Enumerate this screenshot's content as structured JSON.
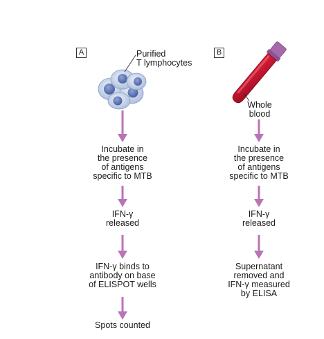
{
  "colors": {
    "arrow": "#b974b6",
    "blood": "#c8102e",
    "cap": "#9b5fa0",
    "cell_fill": "#c9d7ec",
    "cell_nucleus": "#6f86c0"
  },
  "panel_a": {
    "label": "A",
    "cells_label": "Purified\nT lymphocytes",
    "steps": [
      "Incubate in\nthe presence\nof antigens\nspecific to MTB",
      "IFN-γ\nreleased",
      "IFN-γ binds to\nantibody on base\nof ELISPOT wells",
      "Spots counted"
    ]
  },
  "panel_b": {
    "label": "B",
    "tube_label": "Whole\nblood",
    "steps": [
      "Incubate in\nthe presence\nof antigens\nspecific to MTB",
      "IFN-γ\nreleased",
      "Supernatant\nremoved and\nIFN-γ measured\nby ELISA"
    ]
  }
}
